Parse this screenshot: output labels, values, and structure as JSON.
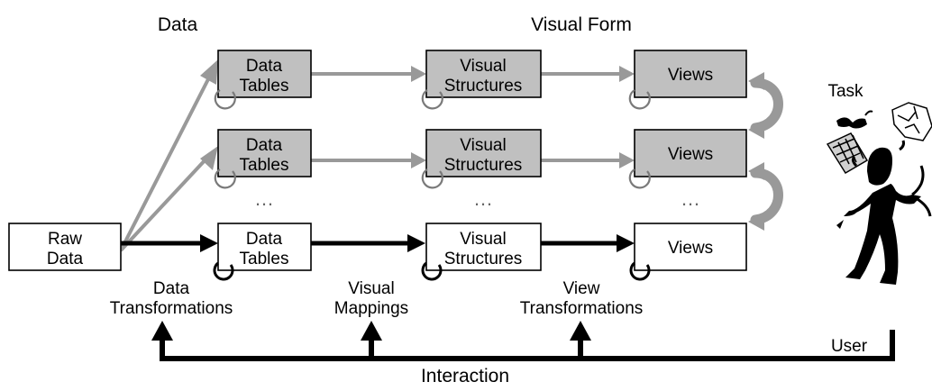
{
  "headers": {
    "data": "Data",
    "visual_form": "Visual Form",
    "task": "Task",
    "user": "User",
    "interaction": "Interaction"
  },
  "raw_data": {
    "line1": "Raw",
    "line2": "Data"
  },
  "rows": [
    {
      "data_tables": [
        "Data",
        "Tables"
      ],
      "visual_structures": [
        "Visual",
        "Structures"
      ],
      "views": "Views"
    },
    {
      "data_tables": [
        "Data",
        "Tables"
      ],
      "visual_structures": [
        "Visual",
        "Structures"
      ],
      "views": "Views"
    },
    {
      "data_tables": [
        "Data",
        "Tables"
      ],
      "visual_structures": [
        "Visual",
        "Structures"
      ],
      "views": "Views"
    }
  ],
  "ellipsis": "…",
  "transformations": {
    "data_transformations": [
      "Data",
      "Transformations"
    ],
    "visual_mappings": [
      "Visual",
      "Mappings"
    ],
    "view_transformations": [
      "View",
      "Transformations"
    ]
  },
  "colors": {
    "gray_box_fill": "#c0c0c0",
    "gray_arrow": "#999999",
    "black": "#000000"
  }
}
